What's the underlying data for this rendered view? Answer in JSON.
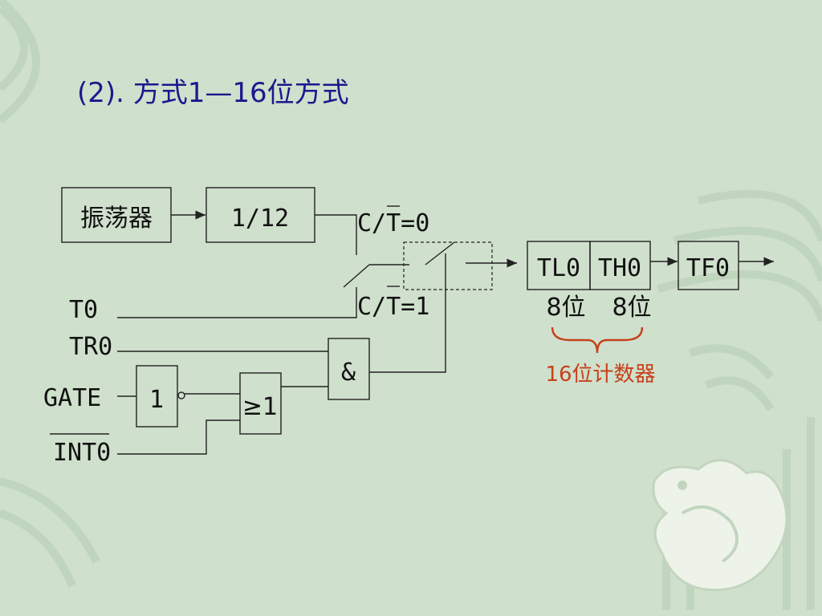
{
  "slide": {
    "title": "(2). 方式1—16位方式"
  },
  "diagram": {
    "oscillator": "振荡器",
    "divider": "1/12",
    "ct0": "C/T=0",
    "ct1": "C/T=1",
    "t0": "T0",
    "tr0": "TR0",
    "gate": "GATE",
    "int0": "INT0",
    "not_gate": "1",
    "or_gate": "≥1",
    "and_gate": "&",
    "tl0": "TL0",
    "th0": "TH0",
    "tf0": "TF0",
    "tl0_bits": "8位",
    "th0_bits": "8位",
    "counter": "16位计数器"
  },
  "colors": {
    "background": "#cfe0cc",
    "title": "#1a1a8c",
    "counter_label": "#c8401b",
    "brace": "#c8401b"
  }
}
